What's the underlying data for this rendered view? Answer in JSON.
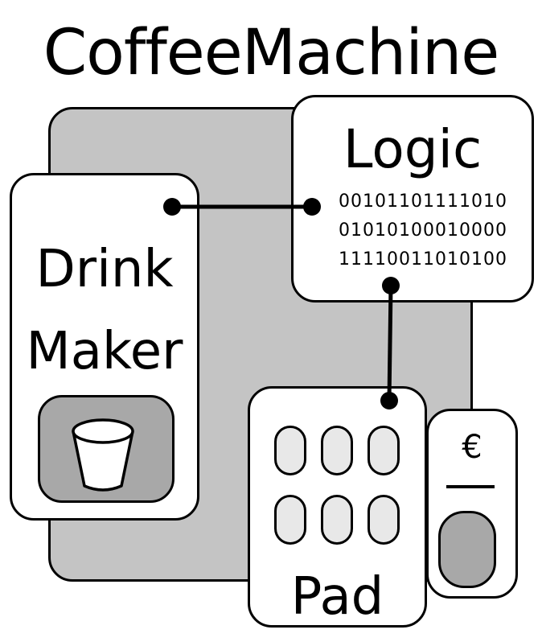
{
  "title": "CoffeeMachine",
  "components": {
    "logic": {
      "label": "Logic",
      "bits": [
        "00101101111010",
        "01010100010000",
        "11110011010100"
      ]
    },
    "drink_maker": {
      "label_line1": "Drink",
      "label_line2": "Maker"
    },
    "pad": {
      "label": "Pad"
    },
    "coin_slot": {
      "label": "€"
    }
  }
}
